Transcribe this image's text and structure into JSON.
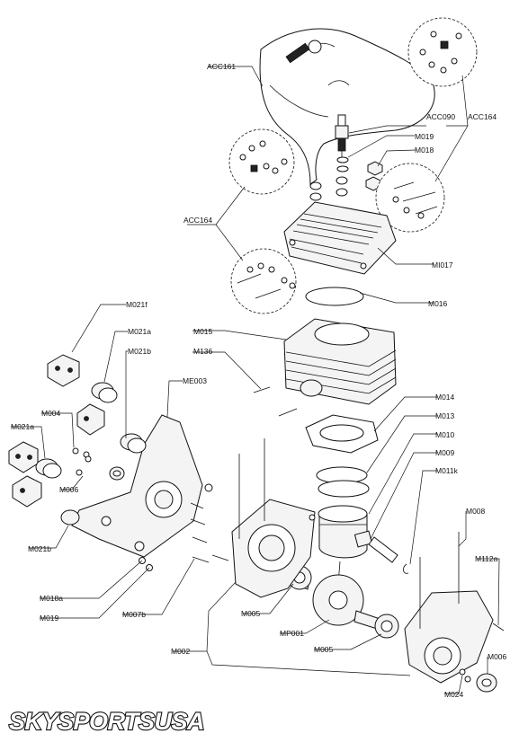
{
  "brand": {
    "text": "SKYSPORTSUSA"
  },
  "parts": [
    {
      "id": "acc161",
      "label": "ACC161"
    },
    {
      "id": "acc090",
      "label": "ACC090"
    },
    {
      "id": "acc164a",
      "label": "ACC164"
    },
    {
      "id": "m019a",
      "label": "M019"
    },
    {
      "id": "m018",
      "label": "M018"
    },
    {
      "id": "acc164b",
      "label": "ACC164"
    },
    {
      "id": "mi017",
      "label": "MI017"
    },
    {
      "id": "m016",
      "label": "M016"
    },
    {
      "id": "m021f",
      "label": "M021f"
    },
    {
      "id": "m021a_top",
      "label": "M021a"
    },
    {
      "id": "m015",
      "label": "M015"
    },
    {
      "id": "m021b_top",
      "label": "M021b"
    },
    {
      "id": "m136",
      "label": "M136"
    },
    {
      "id": "me003",
      "label": "ME003"
    },
    {
      "id": "m014",
      "label": "M014"
    },
    {
      "id": "m004",
      "label": "M004"
    },
    {
      "id": "m013",
      "label": "M013"
    },
    {
      "id": "m021a_left",
      "label": "M021a"
    },
    {
      "id": "m010",
      "label": "M010"
    },
    {
      "id": "m009",
      "label": "M009"
    },
    {
      "id": "m006a",
      "label": "M006"
    },
    {
      "id": "m011k",
      "label": "M011k"
    },
    {
      "id": "m008",
      "label": "M008"
    },
    {
      "id": "m021b_bottom",
      "label": "M021b"
    },
    {
      "id": "m112a",
      "label": "M112a"
    },
    {
      "id": "m018a",
      "label": "M018a"
    },
    {
      "id": "m019b",
      "label": "M019"
    },
    {
      "id": "m005a",
      "label": "M005"
    },
    {
      "id": "m007b",
      "label": "M007b"
    },
    {
      "id": "mp001",
      "label": "MP001"
    },
    {
      "id": "m005b",
      "label": "M005"
    },
    {
      "id": "m002",
      "label": "M002"
    },
    {
      "id": "m006b",
      "label": "M006"
    },
    {
      "id": "m024",
      "label": "M024"
    }
  ]
}
